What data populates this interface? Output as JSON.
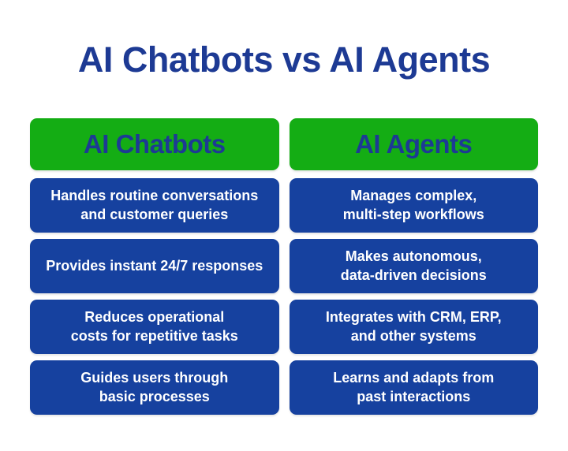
{
  "title": "AI Chatbots vs AI Agents",
  "colors": {
    "background": "#ffffff",
    "title_blue": "#1d3a94",
    "header_green": "#14ad14",
    "card_blue": "#16419f",
    "card_text": "#ffffff"
  },
  "columns": [
    {
      "header": "AI Chatbots",
      "cards": [
        "Handles routine conversations\nand customer queries",
        "Provides instant 24/7 responses",
        "Reduces operational\ncosts for repetitive tasks",
        "Guides users through\nbasic processes"
      ]
    },
    {
      "header": "AI Agents",
      "cards": [
        "Manages complex,\nmulti-step workflows",
        "Makes autonomous,\ndata-driven decisions",
        "Integrates with CRM, ERP,\nand other systems",
        "Learns and adapts from\npast interactions"
      ]
    }
  ]
}
